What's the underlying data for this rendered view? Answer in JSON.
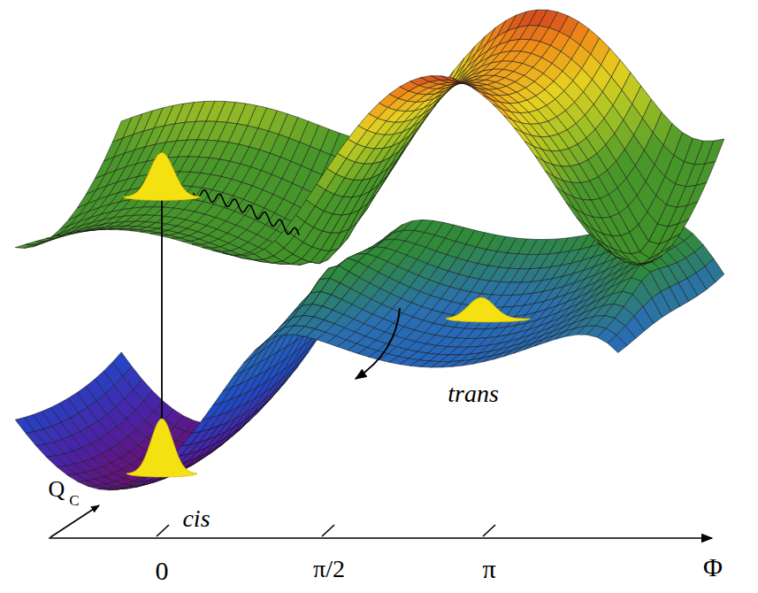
{
  "diagram": {
    "labels": [
      "trans",
      "Q",
      "C",
      "cis",
      "0",
      "π/2",
      "π",
      "Φ"
    ]
  }
}
